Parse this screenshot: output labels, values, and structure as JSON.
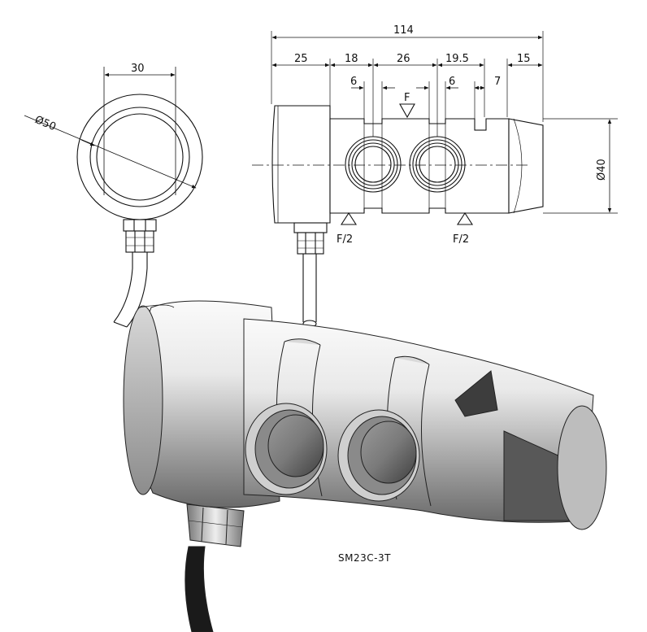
{
  "dimensions": {
    "d30": "30",
    "d50": "Ø50",
    "d114": "114",
    "d25": "25",
    "d18": "18",
    "d26": "26",
    "d19_5": "19.5",
    "d15": "15",
    "d6a": "6",
    "d6b": "6",
    "d7": "7",
    "d40": "Ø40"
  },
  "force_labels": {
    "load": "F",
    "support_left": "F/2",
    "support_right": "F/2"
  },
  "model_label": "SM23C-3T",
  "colors": {
    "line": "#111111",
    "metal_light": "#f2f2f2",
    "metal_dark": "#6e6e6e",
    "cable": "#1a1a1a"
  }
}
